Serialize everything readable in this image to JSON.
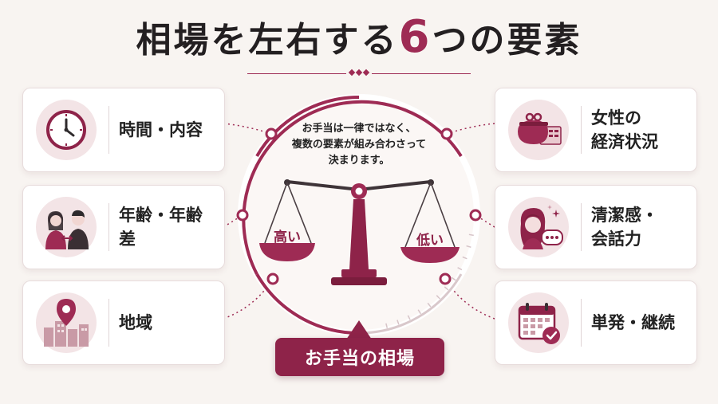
{
  "title": {
    "main": "相場を左右する",
    "number": "6",
    "suffix": "つの要素"
  },
  "center": {
    "caption": "お手当は一律ではなく、\n複数の要素が組み合わさって\n決まります。",
    "left_pan": "高い",
    "right_pan": "低い",
    "result": "お手当の相場"
  },
  "factors": [
    {
      "label": "時間・内容",
      "icon": "clock-icon"
    },
    {
      "label": "年齢・年齢差",
      "icon": "couple-icon"
    },
    {
      "label": "地域",
      "icon": "location-pin-icon"
    },
    {
      "label": "女性の\n経済状況",
      "icon": "purse-icon"
    },
    {
      "label": "清潔感・\n会話力",
      "icon": "woman-chat-icon"
    },
    {
      "label": "単発・継続",
      "icon": "calendar-check-icon"
    }
  ],
  "colors": {
    "accent": "#9e2b54",
    "accent_dark": "#8e2349",
    "icon_bg": "#f3e4e6",
    "background": "#f8f4f1"
  }
}
